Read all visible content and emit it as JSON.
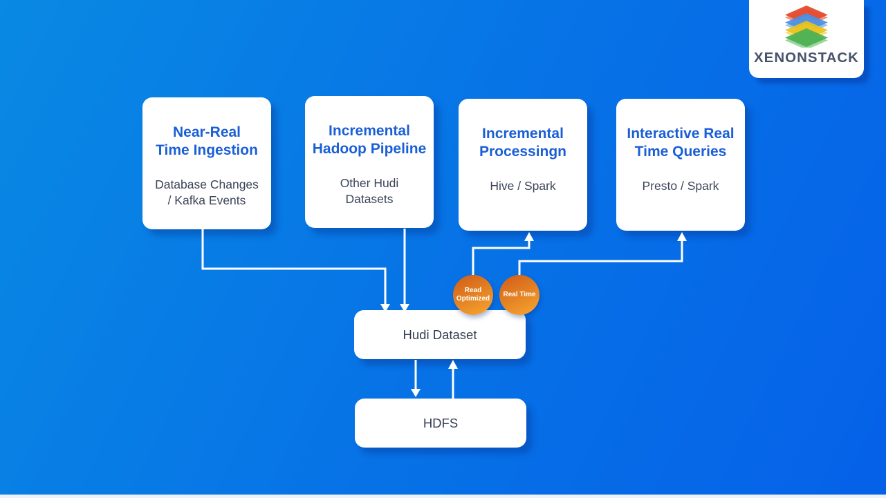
{
  "logo": {
    "brand": "XENONSTACK",
    "icon": "layer-stack-icon"
  },
  "colors": {
    "bg-start": "#0989e3",
    "bg-end": "#0561e8",
    "title-blue": "#1b5fd6",
    "text-dark": "#3b4458",
    "badge-start": "#d2611a",
    "badge-end": "#f5a12d",
    "line": "#ffffff"
  },
  "diagram": {
    "boxes": [
      {
        "title": "Near-Real\nTime Ingestion",
        "subtitle": "Database Changes\n/ Kafka Events"
      },
      {
        "title": "Incremental\nHadoop Pipeline",
        "subtitle": "Other Hudi\nDatasets"
      },
      {
        "title": "Incremental\nProcessingn",
        "subtitle": "Hive / Spark"
      },
      {
        "title": "Interactive Real\nTime Queries",
        "subtitle": "Presto / Spark"
      }
    ],
    "hudi_label": "Hudi Dataset",
    "hdfs_label": "HDFS",
    "badges": [
      {
        "label": "Read\nOptimized"
      },
      {
        "label": "Real Time"
      }
    ]
  }
}
